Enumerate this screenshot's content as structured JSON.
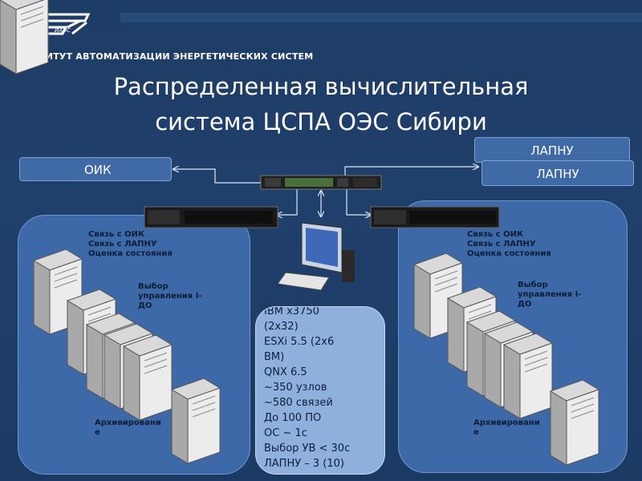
{
  "header": {
    "logo_text": "ИАЭС",
    "institute": "ИНСТИТУТ АВТОМАТИЗАЦИИ ЭНЕРГЕТИЧЕСКИХ СИСТЕМ",
    "title_line1": "Распределенная вычислительная",
    "title_line2": "система ЦСПА ОЭС Сибири"
  },
  "nodes": {
    "oik": "ОИК",
    "lapnu_back": "ЛАПНУ",
    "lapnu_front": "ЛАПНУ"
  },
  "left_cluster": {
    "func1": "Связь с  ОИК",
    "func2": "Связь с ЛАПНУ",
    "func3": "Оценка состояния",
    "choice1": "Выбор",
    "choice2": "управления I-",
    "choice3": "ДО",
    "archive1": "Архивировани",
    "archive2": "е"
  },
  "right_cluster": {
    "func1": "Связь с  ОИК",
    "func2": "Связь с ЛАПНУ",
    "func3": "Оценка состояния",
    "choice1": "Выбор",
    "choice2": "управления I-",
    "choice3": "ДО",
    "archive1": "Архивировани",
    "archive2": "е"
  },
  "specs": [
    "IBM x3750",
    "(2x32)",
    "ESXi 5.5 (2x6",
    "ВМ)",
    "QNX 6.5",
    "~350 узлов",
    "~580 связей",
    "До 100 ПО",
    "ОС ~ 1с",
    "Выбор УВ < 30с",
    "ЛАПНУ – 3 (10)"
  ],
  "icons": {
    "switch": "network-switch-icon",
    "server": "server-tower-icon",
    "rack": "rack-server-icon",
    "workstation": "workstation-icon"
  },
  "colors": {
    "background": "#1e3e68",
    "cluster": "#3d69a8",
    "specs": "#8fb0dd"
  }
}
